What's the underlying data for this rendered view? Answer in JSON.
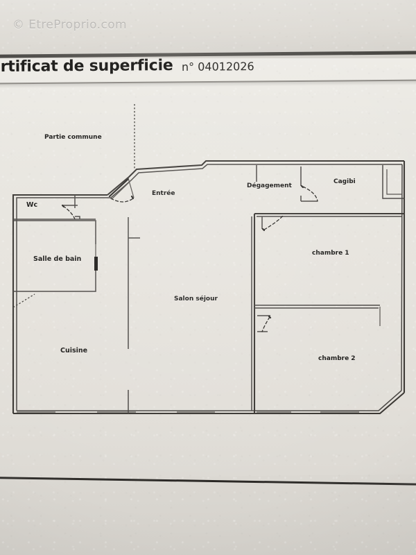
{
  "document": {
    "title": "ertificat de superficie",
    "number_label": "n° 04012026",
    "watermark": "© EtreProprio.com"
  },
  "plan": {
    "rooms": [
      {
        "id": "partie-commune",
        "label": "Partie commune"
      },
      {
        "id": "wc",
        "label": "Wc"
      },
      {
        "id": "entree",
        "label": "Entrée"
      },
      {
        "id": "degagement",
        "label": "Dégagement"
      },
      {
        "id": "cagibi",
        "label": "Cagibi"
      },
      {
        "id": "salle-de-bain",
        "label": "Salle de bain"
      },
      {
        "id": "chambre-1",
        "label": "chambre 1"
      },
      {
        "id": "salon-sejour",
        "label": "Salon séjour"
      },
      {
        "id": "cuisine",
        "label": "Cuisine"
      },
      {
        "id": "chambre-2",
        "label": "chambre 2"
      }
    ]
  },
  "colors": {
    "paper": "#e6e3dd",
    "paper_top": "#dedbd5",
    "wall_ink": "#3a3733",
    "text_ink": "#191816",
    "fold_dark": "#33312e",
    "watermark": "#787672"
  }
}
